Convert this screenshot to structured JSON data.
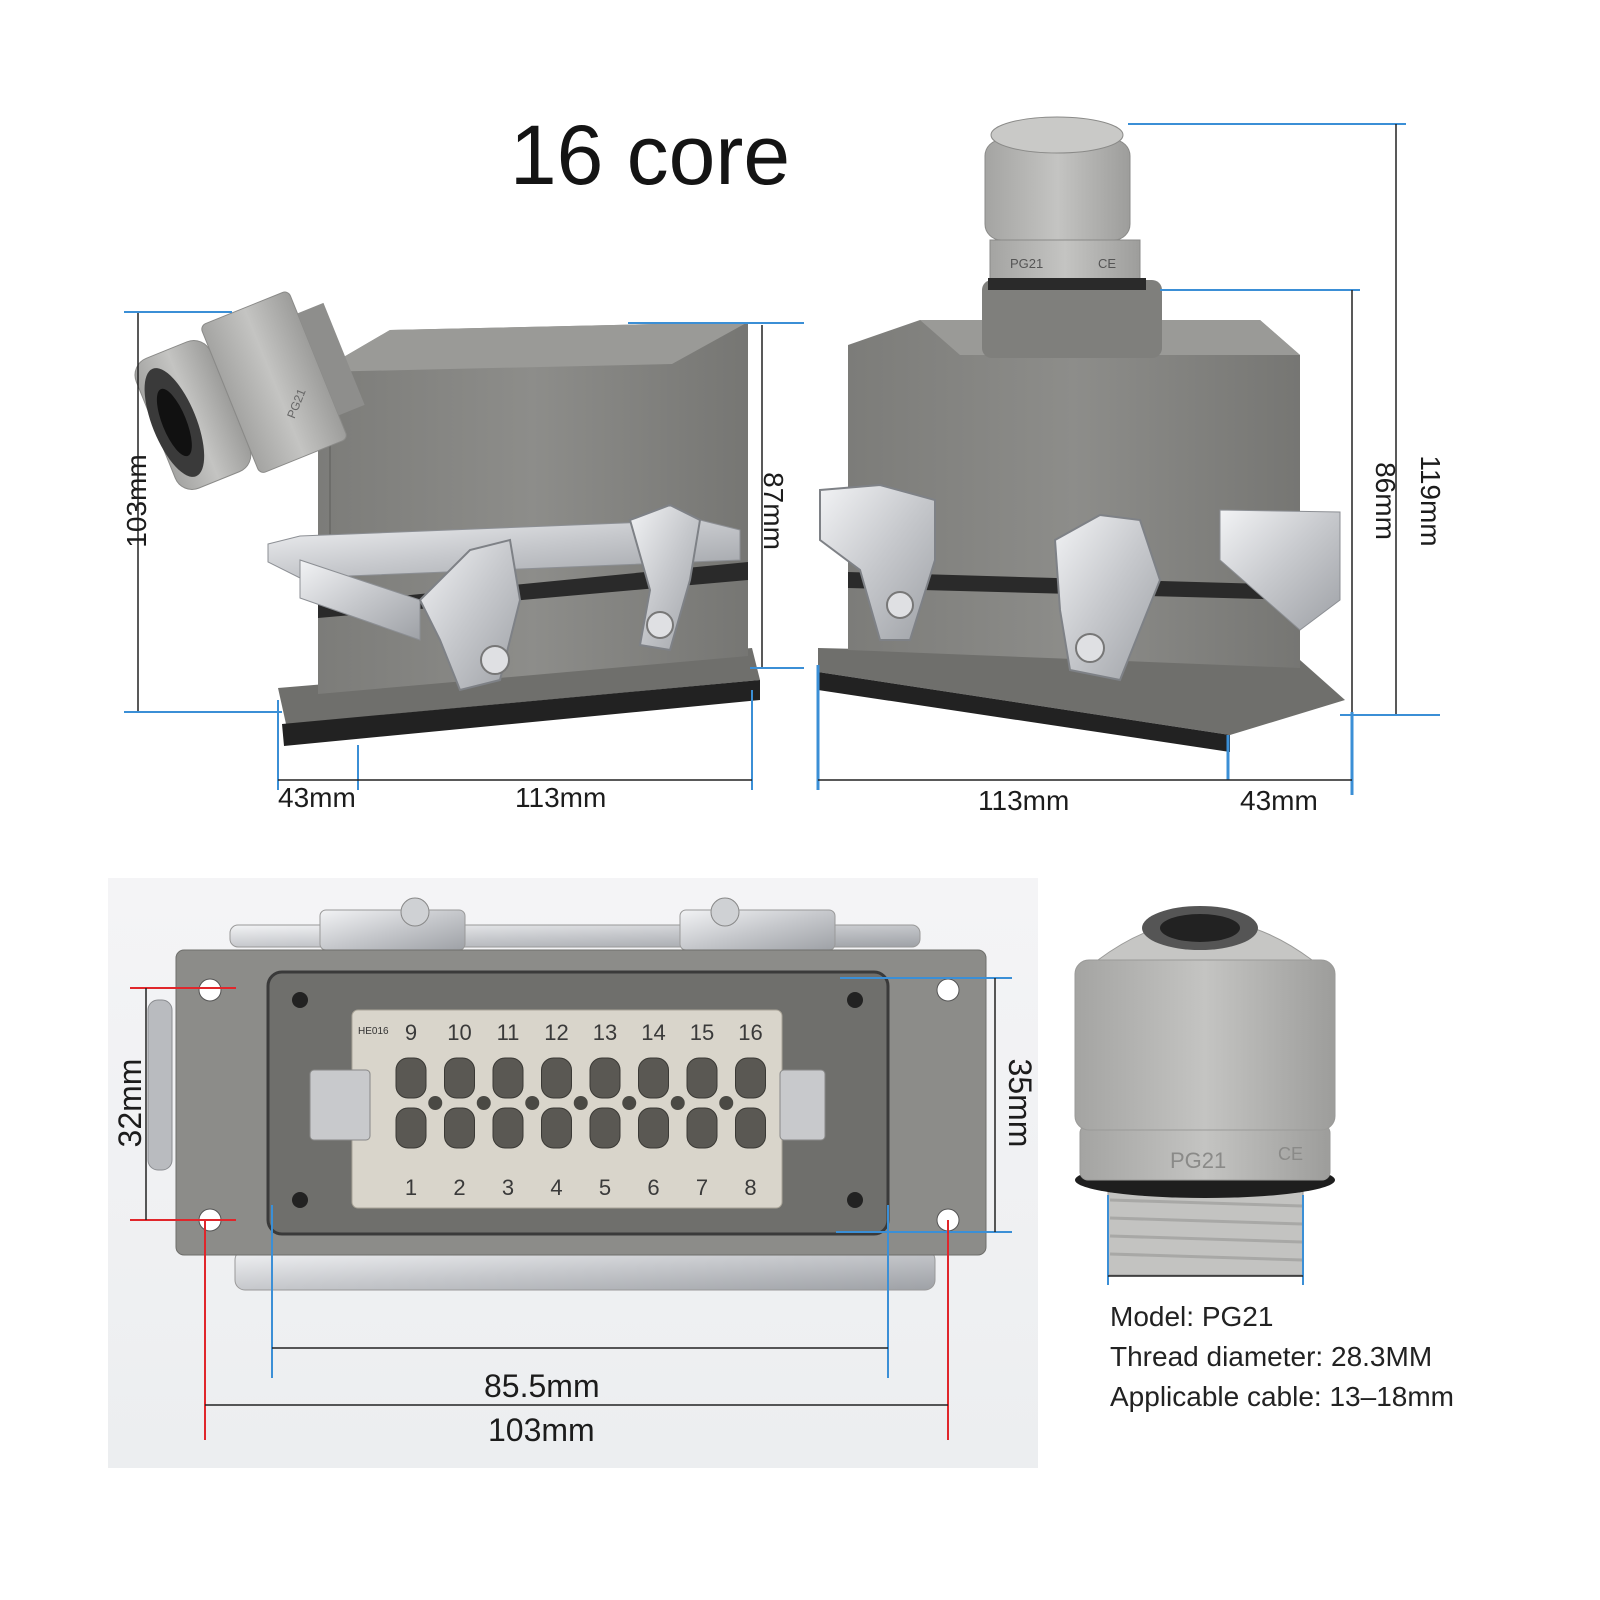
{
  "title": "16 core",
  "side_view_left": {
    "height_label": "103mm",
    "hood_height_label": "87mm",
    "depth_label": "43mm",
    "width_label": "113mm",
    "gland_marking": "PG21"
  },
  "side_view_right": {
    "hood_height_label": "86mm",
    "total_height_label": "119mm",
    "width_label": "113mm",
    "depth_label": "43mm",
    "gland_marking": "PG21",
    "ce_mark": "CE"
  },
  "front_view": {
    "insert_marking": "HE016",
    "top_row_pins": [
      "9",
      "10",
      "11",
      "12",
      "13",
      "14",
      "15",
      "16"
    ],
    "bottom_row_pins": [
      "1",
      "2",
      "3",
      "4",
      "5",
      "6",
      "7",
      "8"
    ],
    "hole_spacing_label": "32mm",
    "opening_height_label": "35mm",
    "opening_width_label": "85.5mm",
    "overall_width_label": "103mm"
  },
  "gland": {
    "marking": "PG21",
    "ce_mark": "CE",
    "specs": [
      "Model: PG21",
      "Thread diameter: 28.3MM",
      "Applicable cable: 13–18mm"
    ]
  },
  "colors": {
    "housing": "#8a8a87",
    "gland": "#b9b9b7",
    "metal": "#d2d3d6",
    "insert": "#d9d5cb",
    "dim_blue": "#3b8fd6",
    "dim_red": "#e0262b",
    "text": "#1a1a1a"
  }
}
